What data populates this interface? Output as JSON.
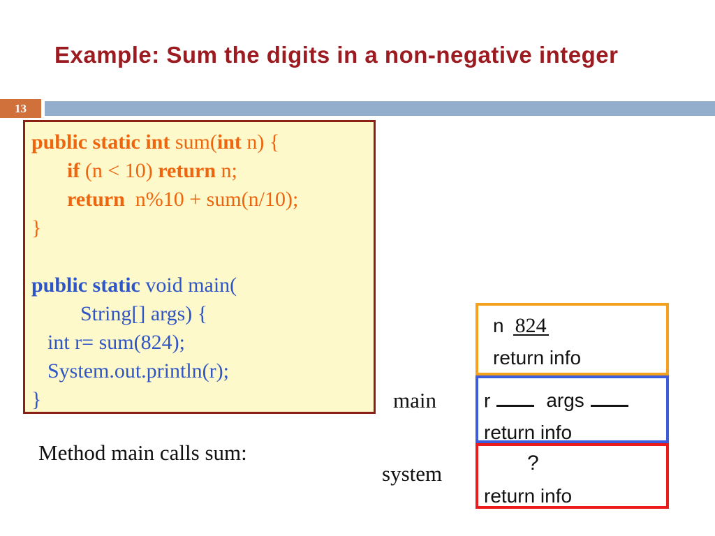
{
  "title": "Example: Sum the digits in a non-negative integer",
  "page_number": "13",
  "caption": "Method main calls sum:",
  "labels": {
    "main": "main",
    "system": "system"
  },
  "colors": {
    "title": "#9C1B20",
    "bar": "#93AECD",
    "page_badge_bg": "#D0713C",
    "page_badge_text": "#FFFFFF",
    "code_border": "#8B2015",
    "code_bg": "#FEF9CA",
    "sum_code": "#EE650F",
    "main_code": "#2E55C8",
    "frame_sum_border": "#F4A11F",
    "frame_main_border": "#3C5CDE",
    "frame_system_border": "#EC1B1B",
    "frame_text": "#111111"
  },
  "code": {
    "lines": [
      {
        "indent": 0,
        "color": "sum",
        "spans": [
          {
            "text": "public static int",
            "bold": true
          },
          {
            "text": " sum("
          },
          {
            "text": "int",
            "bold": true
          },
          {
            "text": " n) {"
          }
        ]
      },
      {
        "indent": 1,
        "color": "sum",
        "spans": [
          {
            "text": "if",
            "bold": true
          },
          {
            "text": " (n < 10) "
          },
          {
            "text": "return",
            "bold": true
          },
          {
            "text": " n;"
          }
        ]
      },
      {
        "indent": 1,
        "color": "sum",
        "spans": [
          {
            "text": "return",
            "bold": true
          },
          {
            "text": "  n%10 + sum(n/10);"
          }
        ]
      },
      {
        "indent": 0,
        "color": "sum",
        "spans": [
          {
            "text": "}"
          }
        ]
      },
      {
        "indent": 0,
        "color": "",
        "spans": [
          {
            "text": " "
          }
        ]
      },
      {
        "indent": 0,
        "color": "main",
        "spans": [
          {
            "text": "public static",
            "bold": true
          },
          {
            "text": " void main("
          }
        ]
      },
      {
        "indent": 2,
        "color": "main",
        "spans": [
          {
            "text": "String[] args) {"
          }
        ]
      },
      {
        "indent": 3,
        "color": "main",
        "spans": [
          {
            "text": "int r= sum(824);"
          }
        ]
      },
      {
        "indent": 3,
        "color": "main",
        "spans": [
          {
            "text": "System.out.println(r);"
          }
        ]
      },
      {
        "indent": 0,
        "color": "main",
        "spans": [
          {
            "text": "}"
          }
        ]
      }
    ]
  },
  "stack": {
    "frames": [
      {
        "id": "sum",
        "border": "frame_sum_border",
        "rows": [
          {
            "parts": [
              {
                "text": "n"
              },
              {
                "text": "824",
                "serif": true,
                "underline": true
              }
            ]
          },
          {
            "parts": [
              {
                "text": "return info"
              }
            ]
          }
        ]
      },
      {
        "id": "main",
        "border": "frame_main_border",
        "rows": [
          {
            "parts": [
              {
                "text": "r"
              },
              {
                "blank": true
              },
              {
                "text": "args"
              },
              {
                "blank": true
              }
            ]
          },
          {
            "parts": [
              {
                "text": "return info"
              }
            ]
          }
        ]
      },
      {
        "id": "system",
        "border": "frame_system_border",
        "rows": [
          {
            "parts": [
              {
                "text": "?"
              }
            ]
          },
          {
            "parts": [
              {
                "text": "return info"
              }
            ]
          }
        ]
      }
    ]
  }
}
